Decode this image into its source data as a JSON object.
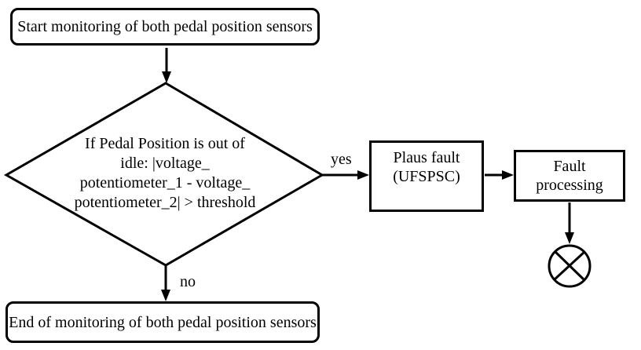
{
  "colors": {
    "ink": "#000000",
    "paper": "#ffffff"
  },
  "flowchart": {
    "start": {
      "label": "Start monitoring of both pedal position sensors"
    },
    "decision": {
      "line1": "If Pedal Position is out of",
      "line2": "idle: |voltage_",
      "line3": "potentiometer_1 - voltage_",
      "line4": "potentiometer_2| > threshold"
    },
    "plaus_fault": {
      "line1": "Plaus fault",
      "line2": "(UFSPSC)"
    },
    "fault_processing": {
      "line1": "Fault",
      "line2": "processing"
    },
    "end": {
      "label": "End of monitoring of both pedal position sensors"
    },
    "labels": {
      "yes": "yes",
      "no": "no"
    }
  }
}
